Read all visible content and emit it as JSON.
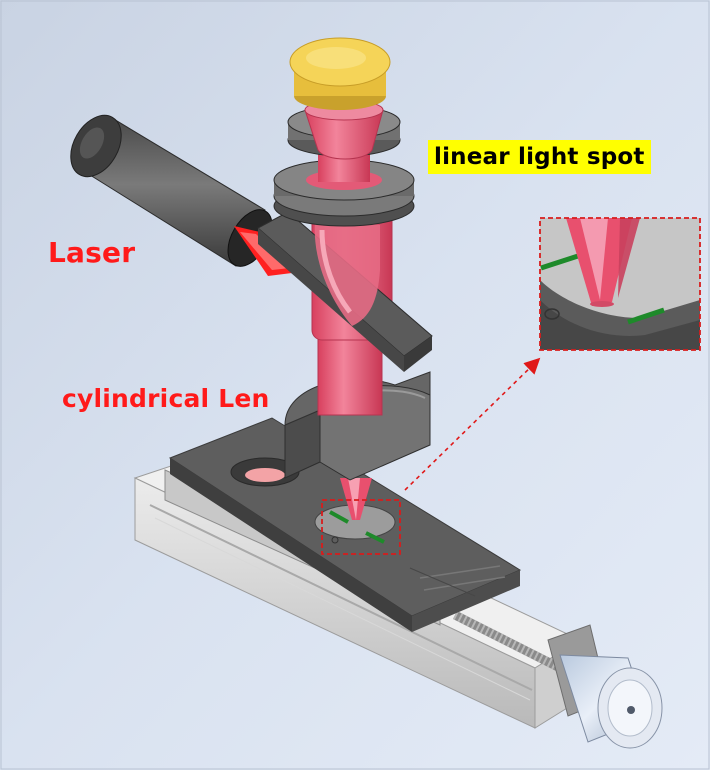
{
  "labels": {
    "laser": "Laser",
    "cylindrical_lens": "cylindrical Len",
    "linear_light_spot": "linear light spot"
  },
  "colors": {
    "label_red": "#ff1a1a",
    "highlight_yellow": "#ffff00",
    "beam_pink": "#e8506e",
    "cap_yellow": "#f2cd4a",
    "metal_dark": "#5a5a5a",
    "stage_light": "#e2e2e2",
    "track_green": "#1e8a2a",
    "background_blue": "#d6e0ef"
  }
}
